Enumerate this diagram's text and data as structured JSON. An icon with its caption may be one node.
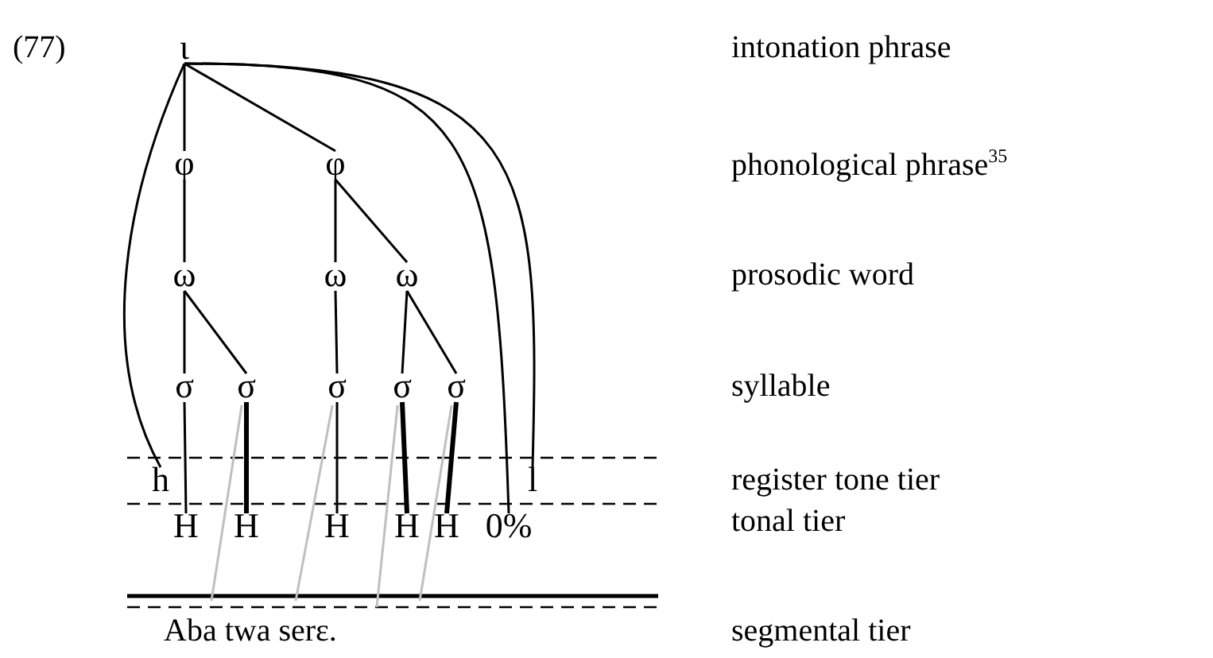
{
  "diagram": {
    "nodes": [
      {
        "text": [
          "ι"
        ]
      },
      {
        "text": [
          "φ"
        ]
      },
      {
        "text": [
          "φ"
        ]
      },
      {
        "text": [
          "ω"
        ]
      },
      {
        "text": [
          "ω"
        ]
      },
      {
        "text": [
          "ω"
        ]
      },
      {
        "text": [
          "σ"
        ]
      },
      {
        "text": [
          "σ"
        ]
      },
      {
        "text": [
          "σ"
        ]
      },
      {
        "text": [
          "σ"
        ]
      },
      {
        "text": [
          "σ"
        ]
      },
      {
        "text": [
          "h"
        ]
      },
      {
        "text": [
          "l"
        ]
      },
      {
        "text": [
          "H"
        ]
      },
      {
        "text": [
          "H"
        ]
      },
      {
        "text": [
          "H"
        ]
      },
      {
        "text": [
          "H"
        ]
      },
      {
        "text": [
          "H"
        ]
      },
      {
        "text": [
          "0%"
        ]
      }
    ],
    "edges": [
      {
        "from": 0,
        "to": 1,
        "arrow": "none"
      },
      {
        "from": 0,
        "to": 2,
        "arrow": "none"
      },
      {
        "from": 0,
        "to": 11,
        "arrow": "none"
      },
      {
        "from": 0,
        "to": 18,
        "arrow": "none"
      },
      {
        "from": 0,
        "to": 12,
        "arrow": "none"
      },
      {
        "from": 1,
        "to": 3,
        "arrow": "none"
      },
      {
        "from": 2,
        "to": 4,
        "arrow": "none"
      },
      {
        "from": 2,
        "to": 5,
        "arrow": "none"
      },
      {
        "from": 3,
        "to": 6,
        "arrow": "none"
      },
      {
        "from": 3,
        "to": 7,
        "arrow": "none"
      },
      {
        "from": 4,
        "to": 8,
        "arrow": "none"
      },
      {
        "from": 5,
        "to": 9,
        "arrow": "none"
      },
      {
        "from": 5,
        "to": 10,
        "arrow": "none"
      },
      {
        "from": 6,
        "to": 13,
        "arrow": "none"
      },
      {
        "from": 7,
        "to": 14,
        "arrow": "none",
        "style": "thick"
      },
      {
        "from": 8,
        "to": 15,
        "arrow": "none"
      },
      {
        "from": 9,
        "to": 16,
        "arrow": "none",
        "style": "thick"
      },
      {
        "from": 10,
        "to": 17,
        "arrow": "none",
        "style": "thick"
      },
      {
        "from": 7,
        "to": null,
        "arrow": "none",
        "color": "#bfbfbf"
      },
      {
        "from": 8,
        "to": null,
        "arrow": "none",
        "color": "#bfbfbf"
      },
      {
        "from": 9,
        "to": null,
        "arrow": "none",
        "color": "#bfbfbf"
      },
      {
        "from": 10,
        "to": null,
        "arrow": "none",
        "color": "#bfbfbf"
      }
    ],
    "labels": [
      "(77)",
      "intonation phrase",
      "phonological phrase$^{35}$",
      "prosodic word",
      "syllable",
      "register tone tier",
      "tonal tier",
      "Aba twa serɛ.",
      "segmental tier"
    ]
  }
}
